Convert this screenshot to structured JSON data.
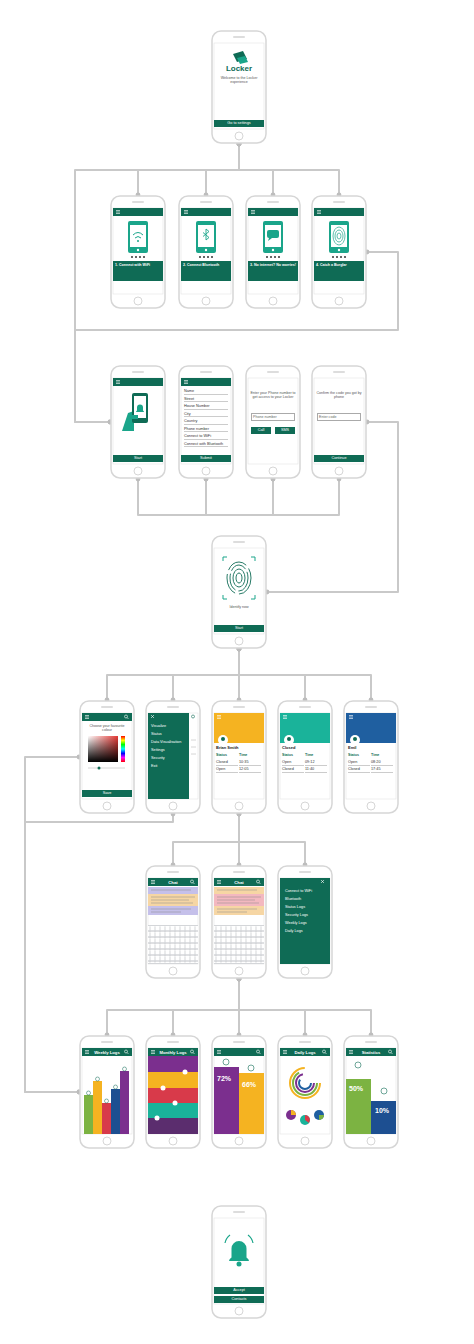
{
  "diagram": {
    "nodes": [
      {
        "text": [
          "Locker",
          "Welcome to the Locker experience",
          "Go to settings"
        ]
      },
      {
        "text": [
          "1. Connect with WiFi"
        ]
      },
      {
        "text": [
          "2. Connect Bluetooth"
        ]
      },
      {
        "text": [
          "3. No internet? No worries!"
        ]
      },
      {
        "text": [
          "4. Catch a Burglar"
        ]
      },
      {
        "text": [
          "Start"
        ]
      },
      {
        "text": [
          "Name",
          "Street",
          "House Number",
          "City",
          "Country",
          "Phone number",
          "Connect to WiFi",
          "Connect with Bluetooth",
          "Submit"
        ]
      },
      {
        "text": [
          "Enter your Phone number to get access to your Locker",
          "Phone number",
          "Call",
          "SMS"
        ]
      },
      {
        "text": [
          "Confirm the code you got by phone",
          "Enter code",
          "Continue"
        ]
      },
      {
        "text": [
          "Identify now",
          "Start"
        ]
      },
      {
        "text": [
          "Choose your favourite colour",
          "Save"
        ]
      },
      {
        "text": [
          "Visualize",
          "Status",
          "Data Visualisation",
          "Settings",
          "Security",
          "Exit"
        ]
      },
      {
        "text": [
          "Brian Smith",
          "Status",
          "Time",
          "Closed",
          "10:35",
          "Open",
          "12:05"
        ]
      },
      {
        "text": [
          "Closed",
          "Status",
          "Time",
          "Open",
          "09:12",
          "Closed",
          "11:40"
        ]
      },
      {
        "text": [
          "Emil",
          "Status",
          "Time",
          "Open",
          "08:20",
          "Closed",
          "17:45"
        ]
      },
      {
        "text": [
          "Chat"
        ]
      },
      {
        "text": [
          "Chat"
        ]
      },
      {
        "text": [
          "Connect to WiFi",
          "Bluetooth",
          "Status Logs",
          "Security Logs",
          "Weekly Logs",
          "Daily Logs"
        ]
      },
      {
        "text": [
          "Weekly Logs"
        ]
      },
      {
        "text": [
          "Monthly Logs"
        ]
      },
      {
        "text": [
          "72%",
          "66%"
        ]
      },
      {
        "text": [
          "Daily Logs"
        ]
      },
      {
        "text": [
          "Statistics",
          "50%",
          "10%"
        ]
      },
      {
        "text": [
          "Accept",
          "Contacts"
        ]
      }
    ],
    "edges": [
      {
        "from": 0,
        "to": 1,
        "arrow": "none"
      },
      {
        "from": 0,
        "to": 2,
        "arrow": "none"
      },
      {
        "from": 0,
        "to": 3,
        "arrow": "none"
      },
      {
        "from": 0,
        "to": 4,
        "arrow": "none"
      },
      {
        "from": 0,
        "to": 5,
        "arrow": "none"
      },
      {
        "from": 4,
        "to": 5,
        "arrow": "none"
      },
      {
        "from": 5,
        "to": 6,
        "arrow": "none"
      },
      {
        "from": 6,
        "to": 7,
        "arrow": "none"
      },
      {
        "from": 7,
        "to": 8,
        "arrow": "none"
      },
      {
        "from": 8,
        "to": 9,
        "arrow": "none"
      },
      {
        "from": 9,
        "to": 10,
        "arrow": "none"
      },
      {
        "from": 9,
        "to": 11,
        "arrow": "none"
      },
      {
        "from": 9,
        "to": 12,
        "arrow": "none"
      },
      {
        "from": 9,
        "to": 13,
        "arrow": "none"
      },
      {
        "from": 9,
        "to": 14,
        "arrow": "none"
      },
      {
        "from": 10,
        "to": 18,
        "arrow": "none"
      },
      {
        "from": 11,
        "to": 18,
        "arrow": "none"
      },
      {
        "from": 12,
        "to": 15,
        "arrow": "none"
      },
      {
        "from": 12,
        "to": 16,
        "arrow": "none"
      },
      {
        "from": 12,
        "to": 17,
        "arrow": "none"
      },
      {
        "from": 16,
        "to": 18,
        "arrow": "none"
      },
      {
        "from": 16,
        "to": 19,
        "arrow": "none"
      },
      {
        "from": 16,
        "to": 20,
        "arrow": "none"
      },
      {
        "from": 16,
        "to": 21,
        "arrow": "none"
      },
      {
        "from": 16,
        "to": 22,
        "arrow": "none"
      }
    ]
  }
}
